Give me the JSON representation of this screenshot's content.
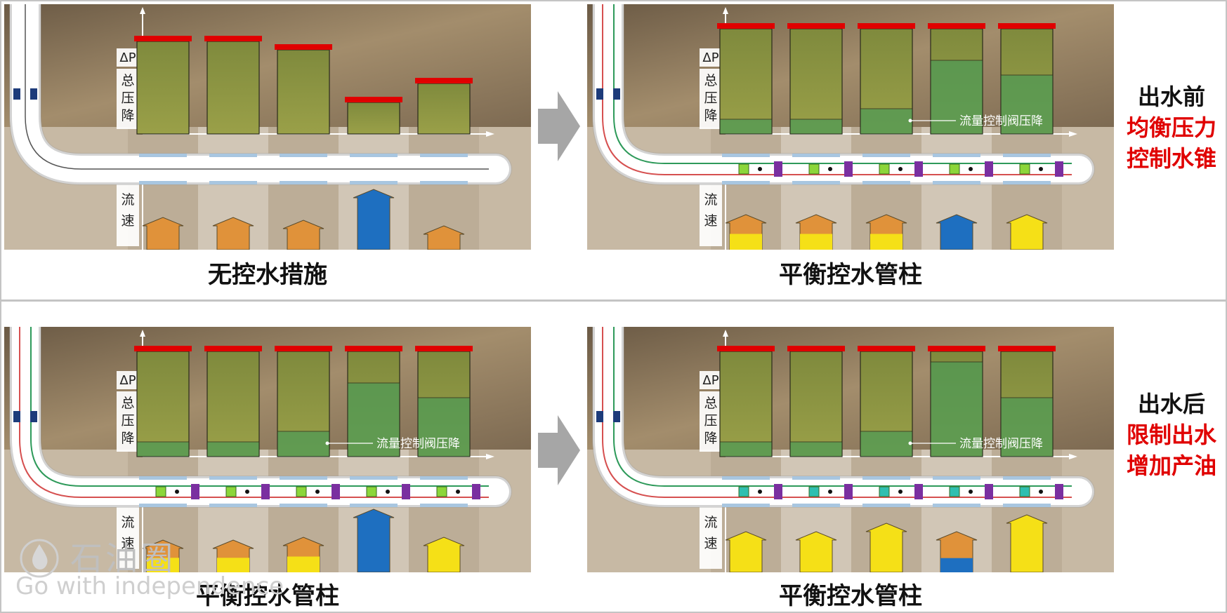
{
  "labels": {
    "dp": "ΔP",
    "total_drop": "总压降",
    "flow_speed": "流速",
    "valve_drop": "流量控制阀压降"
  },
  "captions": {
    "p1": "无控水措施",
    "p2": "平衡控水管柱",
    "p3": "平衡控水管柱",
    "p4": "平衡控水管柱"
  },
  "before": {
    "title": "出水前",
    "line1": "均衡压力",
    "line2": "控制水锥"
  },
  "after": {
    "title": "出水后",
    "line1": "限制出水",
    "line2": "增加产油"
  },
  "watermark": {
    "brand": "石油圈",
    "tagline": "Go with independence"
  },
  "colors": {
    "red": "#e00000",
    "water": "#1e6fc0",
    "oil": "#f5e017",
    "orange": "#e0923a",
    "gray_arrow": "#a6a6a6"
  },
  "panels": [
    {
      "id": "p1",
      "valves": false,
      "bars": [
        {
          "total": 0.88,
          "green": 0
        },
        {
          "total": 0.88,
          "green": 0
        },
        {
          "total": 0.8,
          "green": 0
        },
        {
          "total": 0.3,
          "green": 0
        },
        {
          "total": 0.48,
          "green": 0
        }
      ],
      "flows": [
        {
          "kind": "orange",
          "h": 0.45
        },
        {
          "kind": "orange",
          "h": 0.45
        },
        {
          "kind": "orange",
          "h": 0.4
        },
        {
          "kind": "water",
          "h": 0.95
        },
        {
          "kind": "orange",
          "h": 0.3
        }
      ]
    },
    {
      "id": "p2",
      "valves": true,
      "valve_color": "#8cd63a",
      "valve_label": true,
      "bars": [
        {
          "total": 1,
          "green": 0.14
        },
        {
          "total": 1,
          "green": 0.14
        },
        {
          "total": 1,
          "green": 0.24
        },
        {
          "total": 1,
          "green": 0.7
        },
        {
          "total": 1,
          "green": 0.56
        }
      ],
      "flows": [
        {
          "kind": "mixed",
          "h": 0.5
        },
        {
          "kind": "mixed",
          "h": 0.5
        },
        {
          "kind": "mixed",
          "h": 0.5
        },
        {
          "kind": "water",
          "h": 0.5
        },
        {
          "kind": "oil",
          "h": 0.5
        }
      ]
    },
    {
      "id": "p3",
      "valves": true,
      "valve_color": "#8cd63a",
      "valve_label": true,
      "bars": [
        {
          "total": 1,
          "green": 0.14
        },
        {
          "total": 1,
          "green": 0.14
        },
        {
          "total": 1,
          "green": 0.24
        },
        {
          "total": 1,
          "green": 0.7
        },
        {
          "total": 1,
          "green": 0.56
        }
      ],
      "flows": [
        {
          "kind": "mixed",
          "h": 0.45
        },
        {
          "kind": "mixed",
          "h": 0.45
        },
        {
          "kind": "mixed",
          "h": 0.5
        },
        {
          "kind": "water",
          "h": 1.0
        },
        {
          "kind": "oil",
          "h": 0.5
        }
      ]
    },
    {
      "id": "p4",
      "valves": true,
      "valve_color": "#2fbfb0",
      "valve_label": true,
      "bars": [
        {
          "total": 1,
          "green": 0.14
        },
        {
          "total": 1,
          "green": 0.14
        },
        {
          "total": 1,
          "green": 0.24
        },
        {
          "total": 1,
          "green": 0.9
        },
        {
          "total": 1,
          "green": 0.56
        }
      ],
      "flows": [
        {
          "kind": "oil",
          "h": 0.6
        },
        {
          "kind": "oil",
          "h": 0.6
        },
        {
          "kind": "oil",
          "h": 0.75
        },
        {
          "kind": "mixedwater",
          "h": 0.6
        },
        {
          "kind": "oil",
          "h": 0.9
        }
      ]
    }
  ]
}
